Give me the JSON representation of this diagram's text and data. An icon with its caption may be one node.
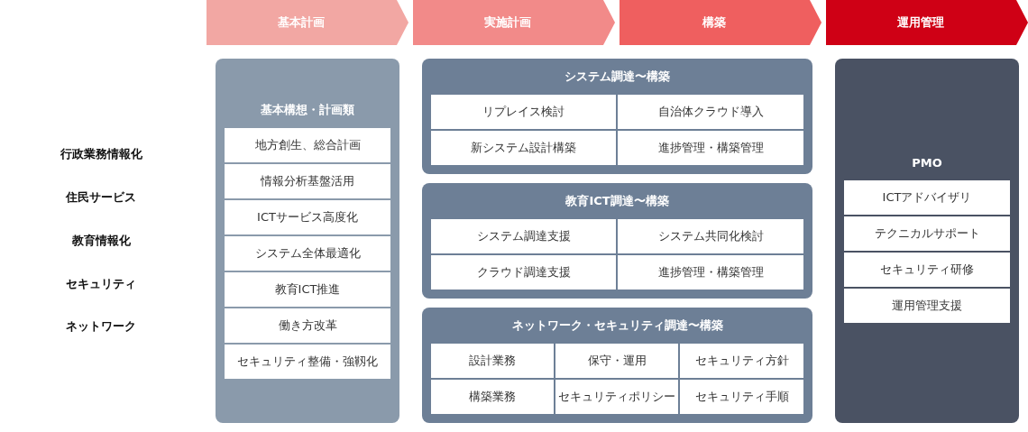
{
  "diagram": {
    "nodes": [
      {
        "text": [
          "基本計画"
        ]
      },
      {
        "text": [
          "実施計画"
        ]
      },
      {
        "text": [
          "構築"
        ]
      },
      {
        "text": [
          "運用管理"
        ]
      },
      {
        "text": [
          "基本構想・計画類"
        ]
      },
      {
        "text": [
          "地方創生、総合計画"
        ],
        "in": 4
      },
      {
        "text": [
          "情報分析基盤活用"
        ],
        "in": 4
      },
      {
        "text": [
          "ICTサービス高度化"
        ],
        "in": 4
      },
      {
        "text": [
          "システム全体最適化"
        ],
        "in": 4
      },
      {
        "text": [
          "教育ICT推進"
        ],
        "in": 4
      },
      {
        "text": [
          "働き方改革"
        ],
        "in": 4
      },
      {
        "text": [
          "セキュリティ整備・強靱化"
        ],
        "in": 4
      },
      {
        "text": [
          "システム調達〜構築"
        ]
      },
      {
        "text": [
          "リプレイス検討"
        ],
        "in": 12
      },
      {
        "text": [
          "自治体クラウド導入"
        ],
        "in": 12
      },
      {
        "text": [
          "新システム設計構築"
        ],
        "in": 12
      },
      {
        "text": [
          "進捗管理・構築管理"
        ],
        "in": 12
      },
      {
        "text": [
          "教育ICT調達〜構築"
        ]
      },
      {
        "text": [
          "システム調達支援"
        ],
        "in": 17
      },
      {
        "text": [
          "システム共同化検討"
        ],
        "in": 17
      },
      {
        "text": [
          "クラウド調達支援"
        ],
        "in": 17
      },
      {
        "text": [
          "進捗管理・構築管理"
        ],
        "in": 17
      },
      {
        "text": [
          "ネットワーク・セキュリティ調達〜構築"
        ]
      },
      {
        "text": [
          "設計業務"
        ],
        "in": 22
      },
      {
        "text": [
          "保守・運用"
        ],
        "in": 22
      },
      {
        "text": [
          "セキュリティ方針"
        ],
        "in": 22
      },
      {
        "text": [
          "構築業務"
        ],
        "in": 22
      },
      {
        "text": [
          "セキュリティポリシー"
        ],
        "in": 22
      },
      {
        "text": [
          "セキュリティ手順"
        ],
        "in": 22
      },
      {
        "text": [
          "PMO"
        ]
      },
      {
        "text": [
          "ICTアドバイザリ"
        ],
        "in": 29
      },
      {
        "text": [
          "テクニカルサポート"
        ],
        "in": 29
      },
      {
        "text": [
          "セキュリティ研修"
        ],
        "in": 29
      },
      {
        "text": [
          "運用管理支援"
        ],
        "in": 29
      }
    ],
    "edges": [],
    "labels": [
      "行政業務情報化",
      "住民サービス",
      "教育情報化",
      "セキュリティ",
      "ネットワーク"
    ]
  }
}
